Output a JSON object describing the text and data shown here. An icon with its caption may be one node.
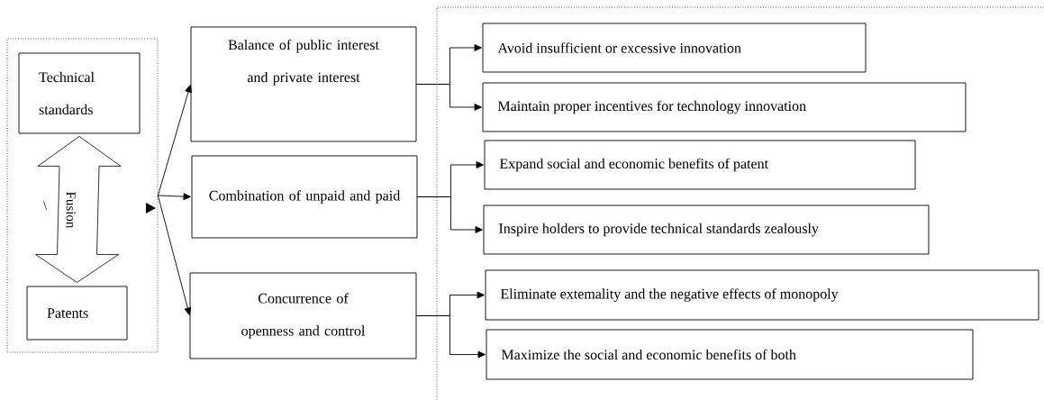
{
  "diagram": {
    "nodes": [
      {
        "text": [],
        "shape": "box"
      },
      {
        "text": [
          "Technical standards"
        ],
        "in": 0
      },
      {
        "text": [
          "Patents"
        ],
        "in": 0
      },
      {
        "text": [
          "Balance of public interest and private interest"
        ]
      },
      {
        "text": [
          "Combination of unpaid and paid"
        ]
      },
      {
        "text": [
          "Concurrence of openness and control"
        ]
      },
      {
        "text": [],
        "shape": "box"
      },
      {
        "text": [
          "Avoid insufficient or excessive innovation"
        ],
        "in": 6
      },
      {
        "text": [
          "Maintain proper incentives for technology innovation"
        ],
        "in": 6
      },
      {
        "text": [
          "Expand social and economic benefits of patent"
        ],
        "in": 6
      },
      {
        "text": [
          "Inspire holders to provide technical standards zealously"
        ],
        "in": 6
      },
      {
        "text": [
          "Eliminate extemality and the negative effects of monopoly"
        ],
        "in": 6
      },
      {
        "text": [
          "Maximize the social and economic benefits of both"
        ],
        "in": 6
      }
    ],
    "edges": [
      {
        "from": 1,
        "to": 2,
        "arrow": "both",
        "label": "Fusion",
        "style": "thick"
      },
      {
        "from": 0,
        "to": 3,
        "arrow": "to"
      },
      {
        "from": 0,
        "to": 4,
        "arrow": "to"
      },
      {
        "from": 0,
        "to": 5,
        "arrow": "to"
      },
      {
        "from": 3,
        "to": 7,
        "arrow": "to"
      },
      {
        "from": 3,
        "to": 8,
        "arrow": "to"
      },
      {
        "from": 4,
        "to": 9,
        "arrow": "to"
      },
      {
        "from": 4,
        "to": 10,
        "arrow": "to"
      },
      {
        "from": 5,
        "to": 11,
        "arrow": "to"
      },
      {
        "from": 5,
        "to": 12,
        "arrow": "to"
      }
    ],
    "labels": [
      "\\"
    ]
  }
}
